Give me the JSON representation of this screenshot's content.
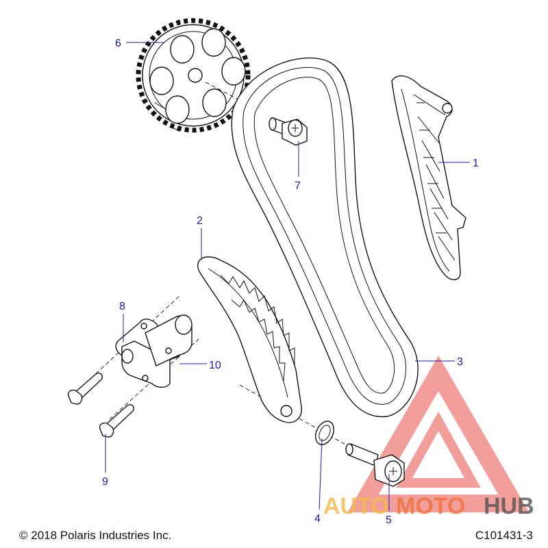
{
  "figure": {
    "copyright": "© 2018 Polaris Industries Inc.",
    "figure_id": "C101431-3"
  },
  "callouts": [
    {
      "id": "1",
      "part": "chain-guide-fixed"
    },
    {
      "id": "2",
      "part": "chain-guide-tensioner"
    },
    {
      "id": "3",
      "part": "timing-chain"
    },
    {
      "id": "4",
      "part": "washer"
    },
    {
      "id": "5",
      "part": "pivot-bolt"
    },
    {
      "id": "6",
      "part": "cam-sprocket"
    },
    {
      "id": "7",
      "part": "sprocket-bolt"
    },
    {
      "id": "8",
      "part": "chain-tensioner"
    },
    {
      "id": "9",
      "part": "tensioner-bolts"
    },
    {
      "id": "10",
      "part": "tensioner-gasket"
    }
  ],
  "watermark": {
    "part_a": "AUTO",
    "part_b": "MOTO",
    "part_c": "HUB",
    "colors": {
      "red": "#e8524a",
      "yellow": "#f3b84a",
      "orange": "#f0703a",
      "gray": "#555555"
    }
  }
}
